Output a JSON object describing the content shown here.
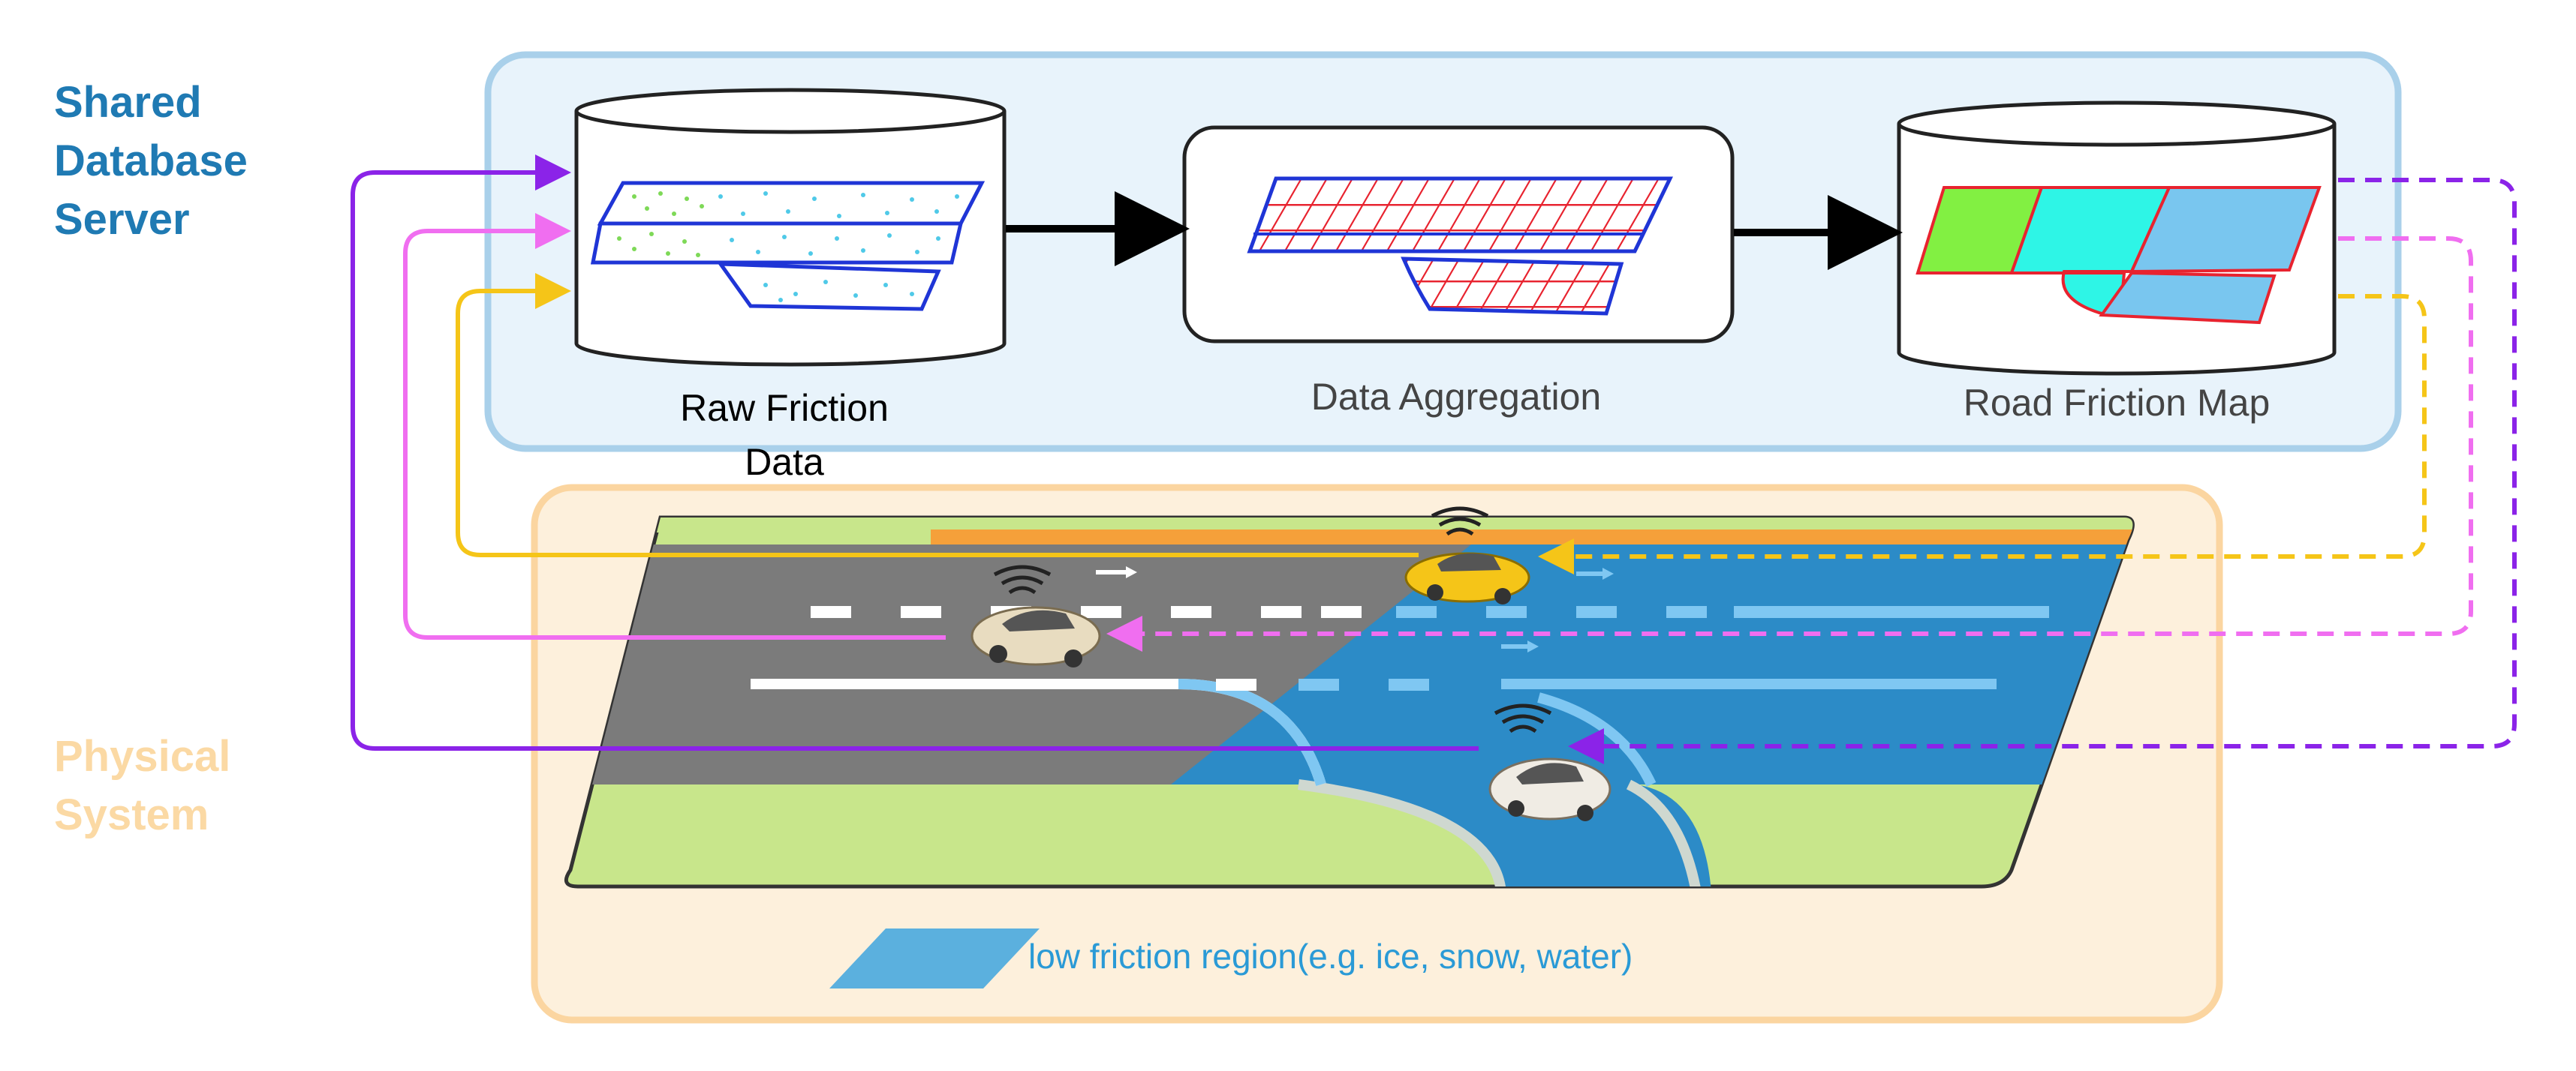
{
  "server": {
    "title": "Shared\nDatabase\nServer",
    "color": "#1f7ab3",
    "panel_fill": "#e8f3fb",
    "panel_stroke": "#a9d0ea"
  },
  "physical": {
    "title": "Physical\nSystem",
    "color": "#fbd9a4",
    "panel_fill": "#fdf0dc",
    "panel_stroke": "#fbd5a0"
  },
  "stages": [
    {
      "id": "raw",
      "label": "Raw Friction\nData"
    },
    {
      "id": "aggregation",
      "label": "Data Aggregation"
    },
    {
      "id": "map",
      "label": "Road Friction Map"
    }
  ],
  "legend": {
    "label": "low friction region(e.g. ice, snow, water)",
    "color": "#5bb0de",
    "text_color": "#2a9ad6"
  },
  "vehicle_links": [
    {
      "vehicle": "taxi",
      "color": "#f5c518"
    },
    {
      "vehicle": "beige-car",
      "color": "#f06ef0"
    },
    {
      "vehicle": "white-car",
      "color": "#8b23e8"
    }
  ],
  "colors": {
    "asphalt": "#7b7b7b",
    "water": "#2c8bc7",
    "grass": "#c8e68b",
    "lane_white": "#ffffff",
    "lane_light_blue": "#7fc7f2",
    "roadside_orange": "#f5a03a"
  }
}
